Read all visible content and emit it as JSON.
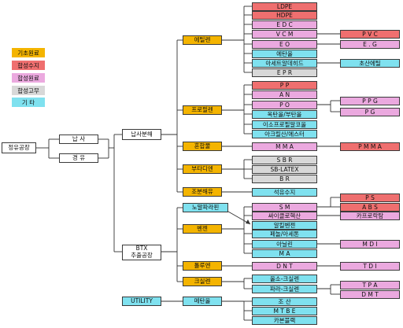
{
  "legend": [
    {
      "label": "기초원료",
      "color": "#f4b400"
    },
    {
      "label": "합성수지",
      "color": "#ef6f6f"
    },
    {
      "label": "합성원료",
      "color": "#eba9df"
    },
    {
      "label": "합성고무",
      "color": "#d8d8d8"
    },
    {
      "label": "기      타",
      "color": "#7fe1ef"
    }
  ],
  "nodes": {
    "refinery": "정유공장",
    "naphtha": "납   사",
    "kerosene": "경   유",
    "naphtha_cracking": "납사분해",
    "btx_line1": "BTX",
    "btx_line2": "추출공장",
    "utility": "UTILITY",
    "ethylene": "에틸렌",
    "propylene": "프로필렌",
    "mixed_oil": "혼합물",
    "butadiene": "부타디엔",
    "crude_decomp": "조분해유",
    "naphthalene": "노말파라핀",
    "benzene": "벤젠",
    "toluene": "톨루엔",
    "xylene": "크실렌",
    "methanol": "메탄올",
    "ldpe": "LDPE",
    "hdpe": "HDPE",
    "edc": "E D C",
    "vcm": "V C M",
    "eo": "E   O",
    "ethanol": "에탄올",
    "acetaldehyde": "아세트알데히드",
    "epr": "E P R",
    "pvc": "P V C",
    "eg": "E . G",
    "acetic_acid": "초산에틸",
    "pp": "P   P",
    "an": "A   N",
    "po": "P   O",
    "octanol": "옥탄올/부탄올",
    "iso_propyl": "이소프로필알코올",
    "acrylic": "아크릴산/에스터",
    "ppg": "P P G",
    "pg": "P   G",
    "mma": "M M A",
    "pmma": "P M M A",
    "sbr": "S B R",
    "sb_latex": "SB-LATEX",
    "br": "B   R",
    "petro_resin": "석유수지",
    "sm": "S   M",
    "cyclohexane": "싸이클로헥산",
    "alkylbenzene": "알킬벤젠",
    "phenol": "페놀/아세톤",
    "aniline": "아닐린",
    "ma": "M   A",
    "ps": "P   S",
    "abs": "A B S",
    "caprolactam": "카프로락탐",
    "mdi": "M D I",
    "dnt": "D N T",
    "tdi": "T D I",
    "ox_xylene": "올소-크실렌",
    "para_xylene": "파라-크실렌",
    "tpa": "T P A",
    "dmt": "D M T",
    "ethanol2": "조   산",
    "mtbe": "M T B E",
    "carbon_black": "카본블랙"
  }
}
